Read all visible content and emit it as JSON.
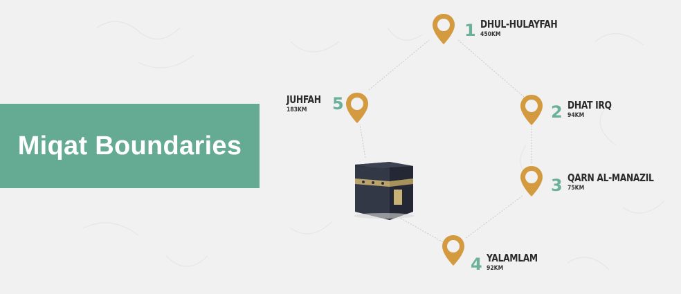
{
  "title": "Miqat Boundaries",
  "colors": {
    "accent": "#65ab93",
    "number": "#6bb09a",
    "pin": "#d39a3f",
    "text": "#2b2b2b"
  },
  "center_icon": "kaaba-icon",
  "pin_icon": "map-pin-icon",
  "miqats": [
    {
      "number": "1",
      "name": "DHUL-HULAYFAH",
      "distance": "450KM"
    },
    {
      "number": "2",
      "name": "DHAT IRQ",
      "distance": "94KM"
    },
    {
      "number": "3",
      "name": "QARN AL-MANAZIL",
      "distance": "75KM"
    },
    {
      "number": "4",
      "name": "YALAMLAM",
      "distance": "92KM"
    },
    {
      "number": "5",
      "name": "JUHFAH",
      "distance": "183KM"
    }
  ]
}
